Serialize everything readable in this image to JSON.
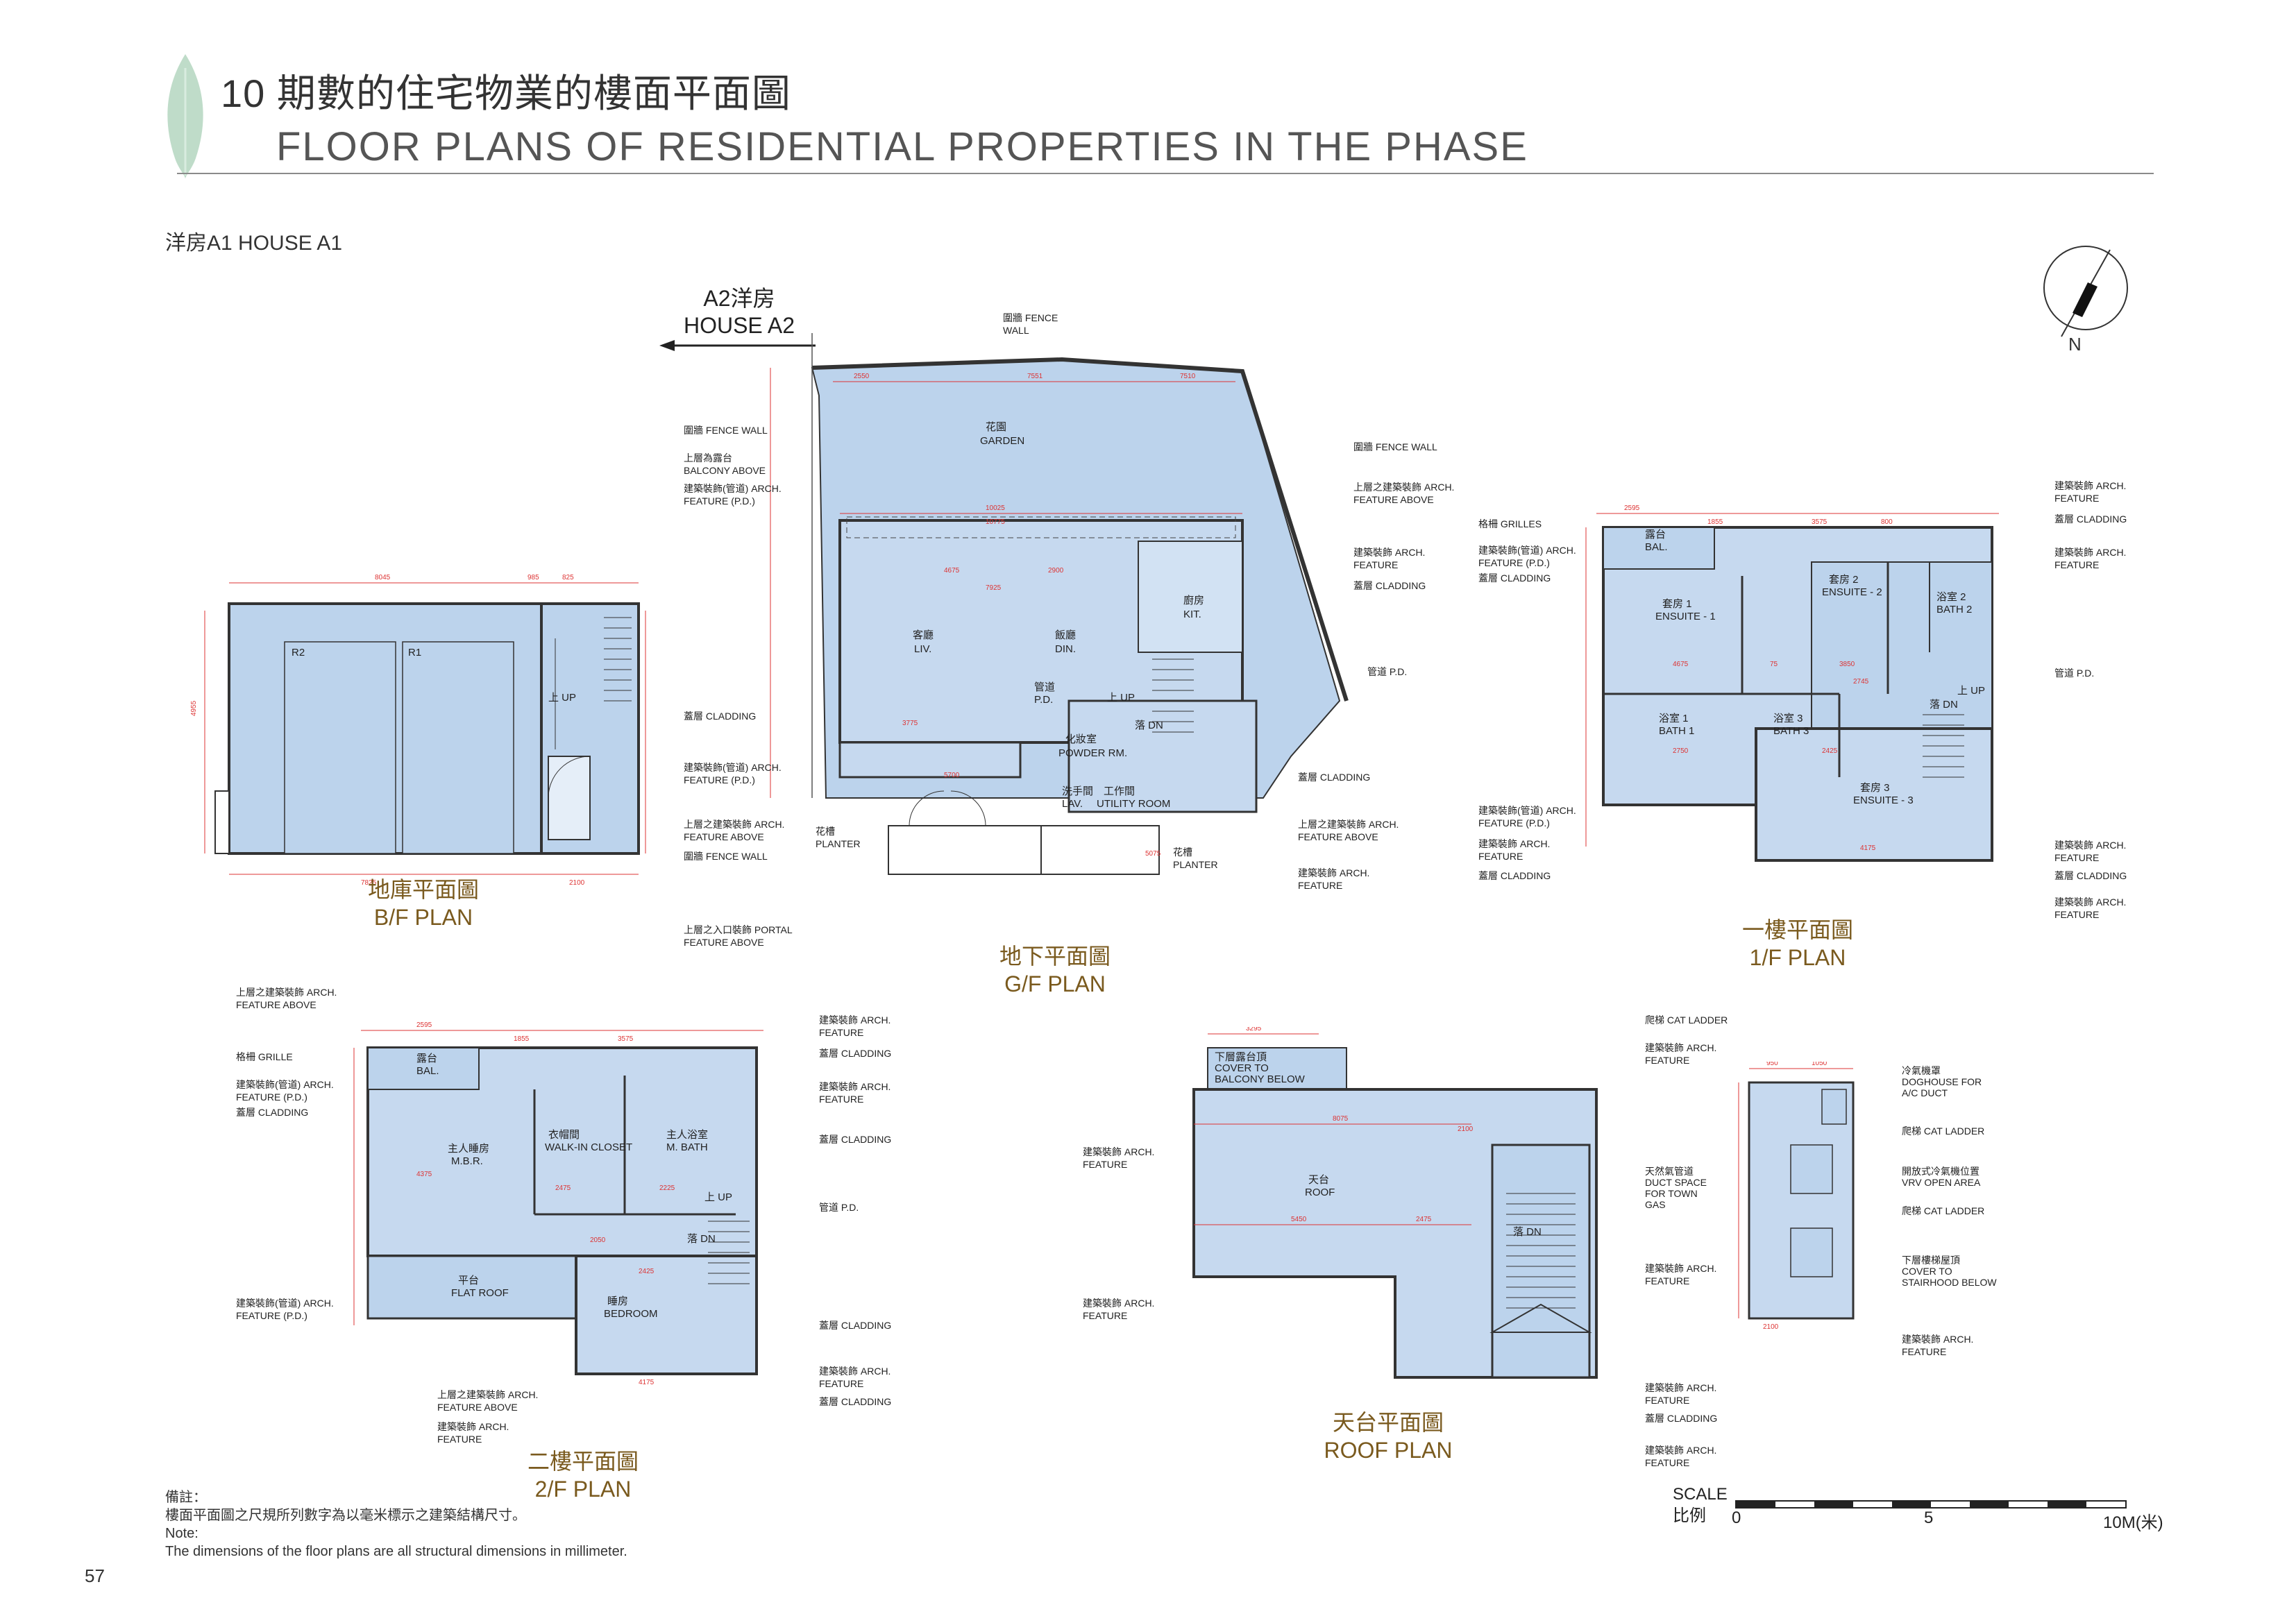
{
  "header": {
    "section_number": "10",
    "title_cn": "期數的住宅物業的樓面平面圖",
    "title_en": "FLOOR PLANS OF RESIDENTIAL PROPERTIES IN THE PHASE"
  },
  "house_label": "洋房A1 HOUSE A1",
  "neighbour": {
    "cn": "A2洋房",
    "en": "HOUSE A2"
  },
  "plans": {
    "bf": {
      "cn": "地庫平面圖",
      "en": "B/F PLAN"
    },
    "gf": {
      "cn": "地下平面圖",
      "en": "G/F PLAN"
    },
    "f1": {
      "cn": "一樓平面圖",
      "en": "1/F PLAN"
    },
    "f2": {
      "cn": "二樓平面圖",
      "en": "2/F PLAN"
    },
    "roof": {
      "cn": "天台平面圖",
      "en": "ROOF PLAN"
    }
  },
  "bf_rooms": {
    "r2": "R2",
    "r1": "R1",
    "up": "上 UP"
  },
  "gf_rooms": {
    "garden_cn": "花園",
    "garden_en": "GARDEN",
    "liv_cn": "客廳",
    "liv_en": "LIV.",
    "din_cn": "飯廳",
    "din_en": "DIN.",
    "kit_cn": "廚房",
    "kit_en": "KIT.",
    "powder_cn": "化妝室",
    "powder_en": "POWDER RM.",
    "lav_cn": "洗手間",
    "lav_en": "LAV.",
    "utility_cn": "工作間",
    "utility_en": "UTILITY ROOM",
    "pd_cn": "管道",
    "pd_en": "P.D.",
    "up": "上 UP",
    "dn": "落 DN"
  },
  "gf_labels": {
    "fence_wall_top": "圍牆 FENCE WALL",
    "fence_wall_l": "圍牆 FENCE WALL",
    "balcony_above": "上層為露台 BALCONY ABOVE",
    "arch_feature_pd": "建築裝飾(管道) ARCH. FEATURE (P.D.)",
    "fence_wall_r": "圍牆 FENCE WALL",
    "arch_feature_above": "上層之建築裝飾 ARCH. FEATURE ABOVE",
    "arch_feature": "建築裝飾 ARCH. FEATURE",
    "cladding": "蓋層 CLADDING",
    "pd": "管道 P.D.",
    "cladding_l": "蓋層 CLADDING",
    "arch_feature_pd_l": "建築裝飾(管道) ARCH. FEATURE (P.D.)",
    "arch_feature_above_l": "上層之建築裝飾 ARCH. FEATURE ABOVE",
    "fence_wall_bl": "圍牆 FENCE WALL",
    "planter_l": "花槽 PLANTER",
    "planter_r": "花槽 PLANTER",
    "cladding_r2": "蓋層 CLADDING",
    "arch_feature_above_r": "上層之建築裝飾 ARCH. FEATURE ABOVE",
    "arch_feature_r": "建築裝飾 ARCH. FEATURE",
    "portal_feature_above": "上層之入口裝飾 PORTAL FEATURE ABOVE"
  },
  "f1_rooms": {
    "bal_cn": "露台",
    "bal_en": "BAL.",
    "ens1_cn": "套房 1",
    "ens1_en": "ENSUITE - 1",
    "ens2_cn": "套房 2",
    "ens2_en": "ENSUITE - 2",
    "bath2_cn": "浴室 2",
    "bath2_en": "BATH 2",
    "bath1_cn": "浴室 1",
    "bath1_en": "BATH 1",
    "bath3_cn": "浴室 3",
    "bath3_en": "BATH 3",
    "ens3_cn": "套房 3",
    "ens3_en": "ENSUITE - 3",
    "up": "上 UP",
    "dn": "落 DN"
  },
  "f1_labels": {
    "grilles": "格柵 GRILLES",
    "arch_feature_pd": "建築裝飾(管道) ARCH. FEATURE (P.D.)",
    "cladding": "蓋層 CLADDING",
    "arch_feature_tr": "建築裝飾 ARCH. FEATURE",
    "cladding_tr": "蓋層 CLADDING",
    "arch_feature_tr2": "建築裝飾 ARCH. FEATURE",
    "pd": "管道 P.D.",
    "arch_feature_pd_bl": "建築裝飾(管道) ARCH. FEATURE (P.D.)",
    "arch_feature_bl": "建築裝飾 ARCH. FEATURE",
    "cladding_bl": "蓋層 CLADDING",
    "arch_feature_br": "建築裝飾 ARCH. FEATURE",
    "cladding_br": "蓋層 CLADDING",
    "arch_feature_br2": "建築裝飾 ARCH. FEATURE"
  },
  "f2_rooms": {
    "bal_cn": "露台",
    "bal_en": "BAL.",
    "mbr_cn": "主人睡房",
    "mbr_en": "M.B.R.",
    "closet_cn": "衣帽間",
    "closet_en": "WALK-IN CLOSET",
    "mbath_cn": "主人浴室",
    "mbath_en": "M. BATH",
    "flat_roof_cn": "平台",
    "flat_roof_en": "FLAT ROOF",
    "bed_cn": "睡房",
    "bed_en": "BEDROOM",
    "up": "上 UP",
    "dn": "落 DN"
  },
  "f2_labels": {
    "arch_feature_above": "上層之建築裝飾 ARCH. FEATURE ABOVE",
    "grille": "格柵 GRILLE",
    "arch_feature_pd": "建築裝飾(管道) ARCH. FEATURE (P.D.)",
    "cladding": "蓋層 CLADDING",
    "arch_feature_r1": "建築裝飾 ARCH. FEATURE",
    "cladding_r1": "蓋層 CLADDING",
    "arch_feature_r2": "建築裝飾 ARCH. FEATURE",
    "cladding_r2": "蓋層 CLADDING",
    "pd": "管道 P.D.",
    "arch_feature_pd_bl": "建築裝飾(管道) ARCH. FEATURE (P.D.)",
    "cladding_r3": "蓋層 CLADDING",
    "arch_feature_r3": "建築裝飾 ARCH. FEATURE",
    "cladding_r4": "蓋層 CLADDING",
    "arch_feature_above_b": "上層之建築裝飾 ARCH. FEATURE ABOVE",
    "arch_feature_b": "建築裝飾 ARCH. FEATURE"
  },
  "roof_rooms": {
    "cover_cn": "下層露台頂",
    "cover_en1": "COVER TO",
    "cover_en2": "BALCONY BELOW",
    "roof_cn": "天台",
    "roof_en": "ROOF",
    "dn": "落 DN"
  },
  "roof_labels": {
    "cat_ladder": "爬梯 CAT LADDER",
    "arch_feature_t": "建築裝飾 ARCH. FEATURE",
    "arch_feature_l": "建築裝飾 ARCH. FEATURE",
    "duct_cn": "天然氣管道",
    "duct_en1": "DUCT SPACE",
    "duct_en2": "FOR TOWN",
    "duct_en3": "GAS",
    "arch_feature_r": "建築裝飾 ARCH. FEATURE",
    "arch_feature_bl": "建築裝飾 ARCH. FEATURE",
    "arch_feature_b1": "建築裝飾 ARCH. FEATURE",
    "cladding_b": "蓋層 CLADDING",
    "arch_feature_b2": "建築裝飾 ARCH. FEATURE"
  },
  "doghouse_labels": {
    "doghouse_cn": "冷氣機罩",
    "doghouse_en1": "DOGHOUSE FOR",
    "doghouse_en2": "A/C DUCT",
    "cat_ladder1": "爬梯 CAT LADDER",
    "vrv_cn": "開放式冷氣機位置",
    "vrv_en": "VRV OPEN AREA",
    "cat_ladder2": "爬梯 CAT LADDER",
    "cover_cn": "下層樓梯屋頂",
    "cover_en1": "COVER TO",
    "cover_en2": "STAIRHOOD BELOW",
    "arch_feature": "建築裝飾 ARCH. FEATURE"
  },
  "scale": {
    "label_en": "SCALE",
    "label_cn": "比例",
    "t0": "0",
    "t5": "5",
    "t10": "10M(米)"
  },
  "note": {
    "cn_head": "備註：",
    "cn_body": "樓面平面圖之尺規所列數字為以毫米標示之建築結構尺寸。",
    "en_head": "Note:",
    "en_body": "The dimensions of the floor plans are all structural dimensions in millimeter."
  },
  "page_number": "57",
  "colors": {
    "fill": "#bcd3ec",
    "wall": "#3a3a3a",
    "dim": "#d33333",
    "caption": "#7a5a1e",
    "leaf": "#b9d8c4"
  }
}
